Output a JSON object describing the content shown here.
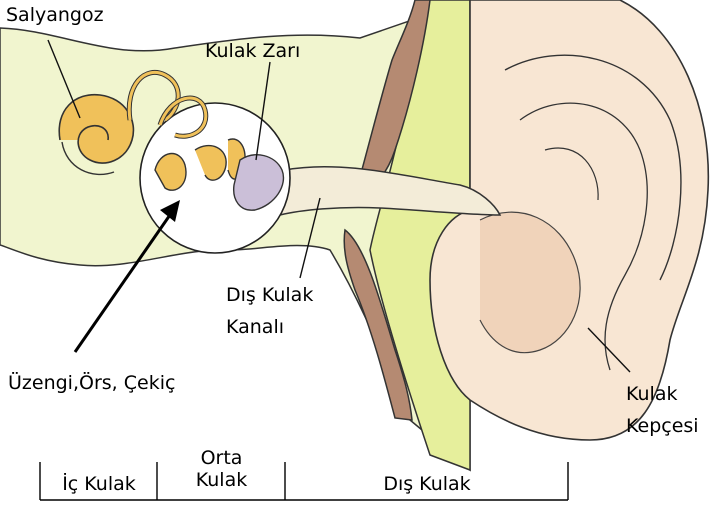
{
  "labels": {
    "salyangoz": "Salyangoz",
    "kulak_zari": "Kulak Zarı",
    "dis_kulak_kanali_1": "Dış Kulak",
    "dis_kulak_kanali_2": "Kanalı",
    "kemikcikler": "Üzengi,Örs, Çekiç",
    "kulak_kepcesi_1": "Kulak",
    "kulak_kepcesi_2": "Kepçesi"
  },
  "scale_bar": {
    "ic_kulak": "İç Kulak",
    "orta_kulak_1": "Orta",
    "orta_kulak_2": "Kulak",
    "dis_kulak": "Dış Kulak"
  },
  "colors": {
    "skin": "#f8e6d3",
    "skin_dark": "#f0d2b8",
    "tissue_green": "#e6ef9c",
    "tissue_pale": "#f1f5cf",
    "bone_brown": "#b58a72",
    "cochlea": "#f0c15a",
    "eardrum": "#cbbfd8",
    "outline": "#222222"
  }
}
